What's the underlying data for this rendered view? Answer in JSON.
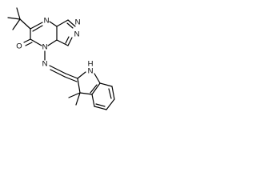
{
  "molecule": {
    "atoms": {
      "oxygen_carbonyl": "O",
      "nitrogen_ring_a": "N",
      "nitrogen_ring_b": "N",
      "nitrogen_triazole_a": "N",
      "nitrogen_triazole_b": "N",
      "nitrogen_imine": "N",
      "nitrogen_indoline": "N",
      "hydrogen_indoline": "H"
    }
  }
}
